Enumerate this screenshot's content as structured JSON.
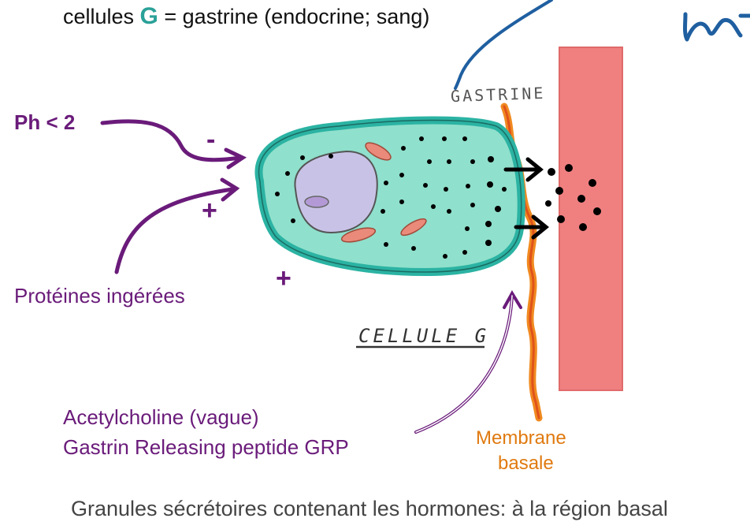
{
  "title": {
    "prefix": "cellules ",
    "letter": "G",
    "suffix": " = gastrine (endocrine; sang)"
  },
  "labels": {
    "ph": "Ph < 2",
    "proteins": "Protéines ingérées",
    "acetylcholine": "Acetylcholine (vague)",
    "grp": "Gastrin Releasing peptide GRP",
    "membrane_line1": "Membrane",
    "membrane_line2": "basale",
    "gastrine_handwritten": "GASTRINE",
    "cellule_handwritten": "CELLULE G",
    "bottom_text": "Granules sécrétoires contenant les hormones: à la région basal",
    "minus": "-",
    "plus_1": "+",
    "plus_2": "+"
  },
  "colors": {
    "purple": "#6a1b7a",
    "cell_fill": "#8fe0cc",
    "cell_border": "#2bb3a3",
    "nucleus": "#c8c3e6",
    "vessel": "#f08080",
    "membrane": "#f08a20",
    "ink_blue": "#1f5fa0"
  },
  "icons": [
    "arrow-right-icon",
    "curved-arrow-icon"
  ]
}
